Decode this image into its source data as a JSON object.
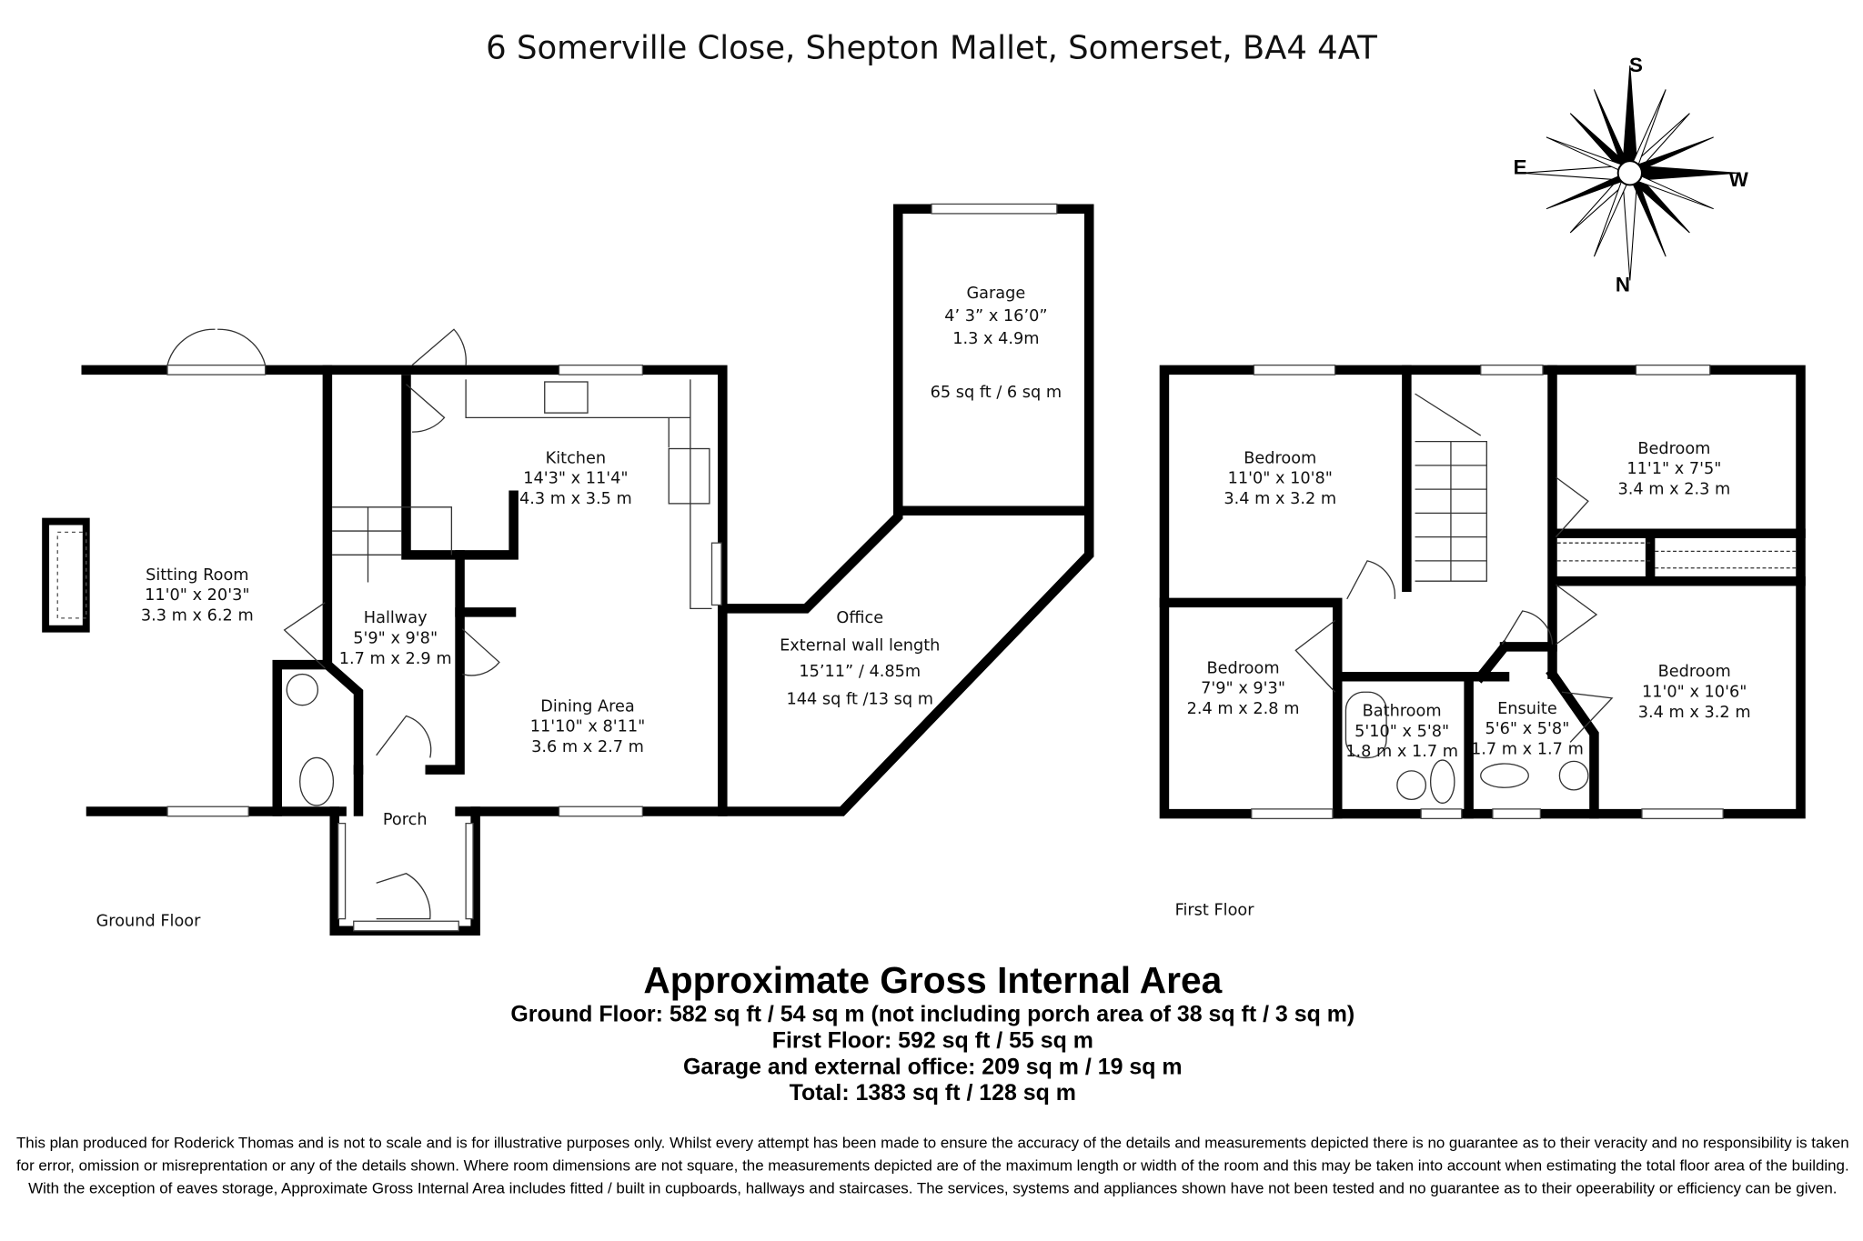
{
  "title": "6 Somerville Close, Shepton Mallet, Somerset, BA4 4AT",
  "compass": {
    "north": "N",
    "south": "S",
    "east": "E",
    "west": "W"
  },
  "ground_floor": {
    "label": "Ground Floor",
    "rooms": {
      "sitting_room": {
        "name": "Sitting Room",
        "imperial": "11'0\" x 20'3\"",
        "metric": "3.3 m x 6.2 m"
      },
      "hallway": {
        "name": "Hallway",
        "imperial": "5'9\" x 9'8\"",
        "metric": "1.7 m x 2.9 m"
      },
      "kitchen": {
        "name": "Kitchen",
        "imperial": "14'3\" x 11'4\"",
        "metric": "4.3 m x 3.5 m"
      },
      "dining": {
        "name": "Dining Area",
        "imperial": "11'10\" x 8'11\"",
        "metric": "3.6 m x 2.7 m"
      },
      "porch": {
        "name": "Porch"
      },
      "garage": {
        "name": "Garage",
        "imperial": "4’ 3” x 16’0”",
        "metric": "1.3 x 4.9m",
        "area": "65 sq ft / 6 sq m"
      },
      "office": {
        "name": "Office",
        "note": "External wall length",
        "length": "15’11” / 4.85m",
        "area": "144 sq ft /13 sq m"
      }
    }
  },
  "first_floor": {
    "label": "First Floor",
    "rooms": {
      "bedroom1": {
        "name": "Bedroom",
        "imperial": "11'0\" x 10'8\"",
        "metric": "3.4 m x 3.2 m"
      },
      "bedroom2": {
        "name": "Bedroom",
        "imperial": "11'1\" x 7'5\"",
        "metric": "3.4 m x 2.3 m"
      },
      "bedroom3": {
        "name": "Bedroom",
        "imperial": "7'9\" x 9'3\"",
        "metric": "2.4 m x 2.8 m"
      },
      "bedroom4": {
        "name": "Bedroom",
        "imperial": "11'0\" x 10'6\"",
        "metric": "3.4 m x 3.2 m"
      },
      "bathroom": {
        "name": "Bathroom",
        "imperial": "5'10\" x 5'8\"",
        "metric": "1.8 m x 1.7 m"
      },
      "ensuite": {
        "name": "Ensuite",
        "imperial": "5'6\" x 5'8\"",
        "metric": "1.7 m x 1.7 m"
      }
    }
  },
  "summary": {
    "heading": "Approximate Gross Internal Area",
    "lines": [
      "Ground Floor: 582 sq ft / 54 sq m (not including porch area of 38 sq ft / 3 sq m)",
      "First Floor: 592 sq ft / 55 sq m",
      "Garage and external office: 209 sq m / 19 sq m",
      "Total: 1383 sq ft / 128 sq m"
    ]
  },
  "disclaimer": [
    "This plan produced for Roderick Thomas and is not to scale and is for illustrative purposes only.  Whilst every attempt has been made to ensure the accuracy of the details and measurements depicted there is no guarantee as to their veracity and no responsibility is taken",
    "for error, omission or misreprentation or any of the details shown.  Where room dimensions are not square, the measurements depicted are of the maximum length or width of the room and this may be taken into account when estimating the total floor area of the building.",
    "With the exception of eaves storage, Approximate Gross Internal Area includes fitted / built in cupboards, hallways and staircases.  The services, systems and appliances shown have not been tested and no guarantee as to their opeerability or efficiency can be given."
  ]
}
